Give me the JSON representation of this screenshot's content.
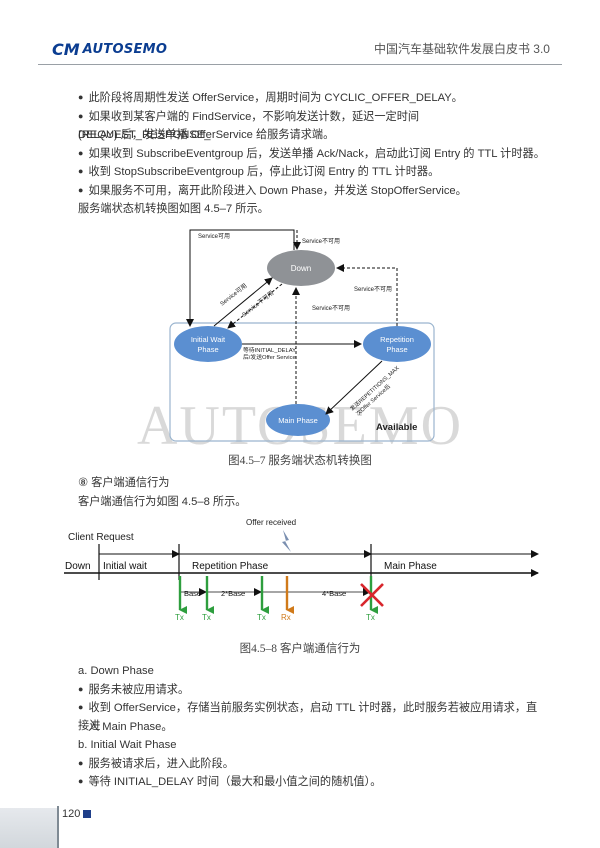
{
  "header": {
    "logo_mark": "CM",
    "logo_text": "AUTOSEMO",
    "book_title": "中国汽车基础软件发展白皮书 3.0"
  },
  "intro_bullets": [
    "此阶段将周期性发送 OfferService，周期时间为 CYCLIC_OFFER_DELAY。",
    "如果收到某客户端的 FindService，不影响发送计数，延迟一定时间 (REQUEST_RESPONSE_",
    "DELAY) 后，发送单播 OfferService 给服务请求端。",
    "如果收到 SubscribeEventgroup 后，发送单播 Ack/Nack，启动此订阅 Entry 的 TTL 计时器。",
    "收到 StopSubscribeEventgroup 后，停止此订阅 Entry 的 TTL 计时器。",
    "如果服务不可用，离开此阶段进入 Down Phase，并发送 StopOfferService。"
  ],
  "fig1_ref": "服务端状态机转换图如图 4.5–7 所示。",
  "fig1": {
    "states": {
      "down": "Down",
      "initial_wait_1": "Initial Wait",
      "initial_wait_2": "Phase",
      "repetition_1": "Repetition",
      "repetition_2": "Phase",
      "main": "Main Phase"
    },
    "available": "Available",
    "labels": {
      "svc_avail_top": "Service可用",
      "svc_unavail_top": "Service不可用",
      "svc_avail_diag": "Service可用",
      "svc_unavail_diag": "Service不可用",
      "svc_unavail_mid": "Service不可用",
      "svc_unavail_right": "Service不可用",
      "wait_1": "等待INITIAL_DELAY",
      "wait_2": "后/发送Offer Service",
      "rep_1": "发送REPETITIONS_MAX",
      "rep_2": "次Offer Service后"
    },
    "watermark": "AUTOSEMO"
  },
  "fig1_caption": "图4.5–7 服务端状态机转换图",
  "section8_title": "⑧ 客户端通信行为",
  "fig2_ref": "客户端通信行为如图 4.5–8 所示。",
  "fig2": {
    "client_request": "Client Request",
    "offer_received": "Offer received",
    "phases": [
      "Down",
      "Initial wait",
      "Repetition Phase",
      "Main Phase"
    ],
    "intervals": [
      "Base",
      "2*Base",
      "4*Base"
    ],
    "tx": "Tx",
    "rx": "Rx",
    "colors": {
      "tx": "#2e9e3e",
      "rx": "#d07a1a",
      "cross": "#d8262c",
      "line": "#111111"
    }
  },
  "fig2_caption": "图4.5–8 客户端通信行为",
  "body": {
    "a_title": "a. Down Phase",
    "a_bullet_1": "服务未被应用请求。",
    "a_bullet_2a": "收到 OfferService，存储当前服务实例状态，启动 TTL 计时器，此时服务若被应用请求，直接进",
    "a_bullet_2b": "入 Main Phase。",
    "b_title": "b. Initial Wait Phase",
    "b_bullet_1": "服务被请求后，进入此阶段。",
    "b_bullet_2": "等待 INITIAL_DELAY 时间（最大和最小值之间的随机值）。"
  },
  "page_number": "120"
}
